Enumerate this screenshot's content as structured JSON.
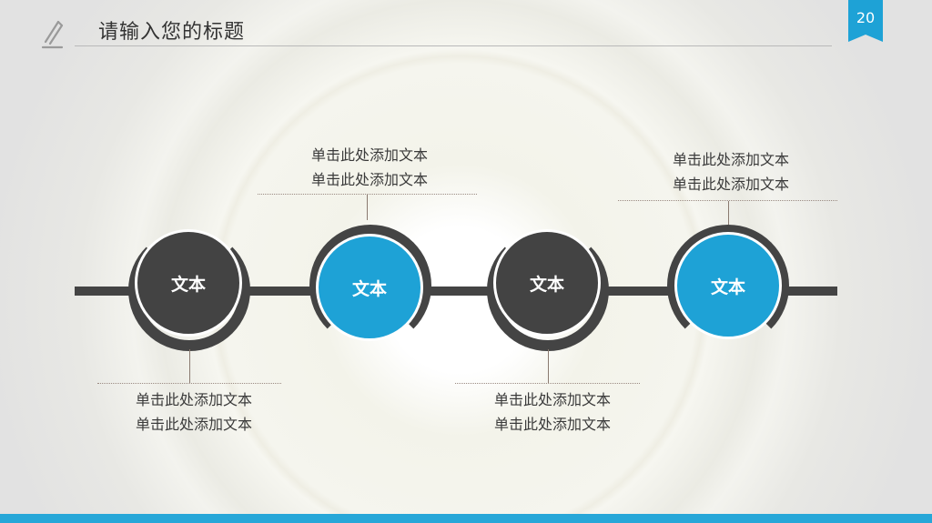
{
  "header": {
    "title": "请输入您的标题",
    "page_number": "20"
  },
  "colors": {
    "dark": "#434343",
    "blue": "#1ea2d6",
    "accent_bar": "#27a7d8"
  },
  "steps": [
    {
      "label": "文本",
      "caption_line1": "单击此处添加文本",
      "caption_line2": "单击此处添加文本"
    },
    {
      "label": "文本",
      "caption_line1": "单击此处添加文本",
      "caption_line2": "单击此处添加文本"
    },
    {
      "label": "文本",
      "caption_line1": "单击此处添加文本",
      "caption_line2": "单击此处添加文本"
    },
    {
      "label": "文本",
      "caption_line1": "单击此处添加文本",
      "caption_line2": "单击此处添加文本"
    }
  ]
}
